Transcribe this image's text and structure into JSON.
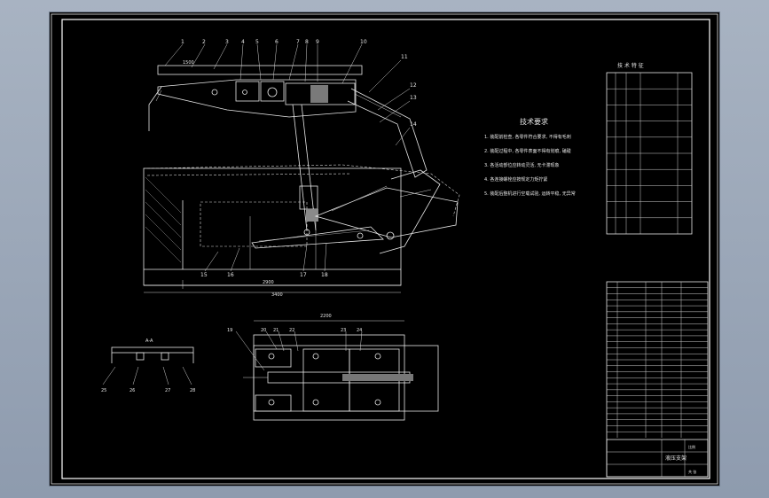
{
  "drawing": {
    "notes_title": "技术要求",
    "notes": [
      "1. 装配前检查, 各零件符合要求, 不得有毛刺",
      "2. 装配过程中, 各零件表面不得有划痕, 磕碰",
      "3. 各活动部位应转动灵活, 无卡滞现象",
      "4. 各连接螺栓应按规定力矩拧紧",
      "5. 装配后整机进行空载试验, 运转平稳, 无异常"
    ],
    "main_view_labels": [
      "1",
      "2",
      "3",
      "4",
      "5",
      "6",
      "7",
      "8",
      "9",
      "10",
      "11",
      "12",
      "13",
      "14",
      "15",
      "16",
      "17",
      "18"
    ],
    "bottom_view_labels": [
      "19",
      "20",
      "21",
      "22",
      "23",
      "24",
      "25",
      "26",
      "27",
      "28"
    ],
    "section_label": "A-A",
    "dims": {
      "top": "1500",
      "overall": "3400",
      "base": "2900",
      "plan_width": "2200"
    }
  },
  "parts_table": {
    "title": "技 术 特 征",
    "rows": 10
  },
  "bom": {
    "rows": 26
  },
  "title_block": {
    "name": "液压支架",
    "scale_label": "比例",
    "sheet_label": "共 张"
  },
  "colors": {
    "paper": "#000000",
    "line": "#e8e8e8",
    "border": "#ffffff",
    "background": "#9aa6b6"
  }
}
